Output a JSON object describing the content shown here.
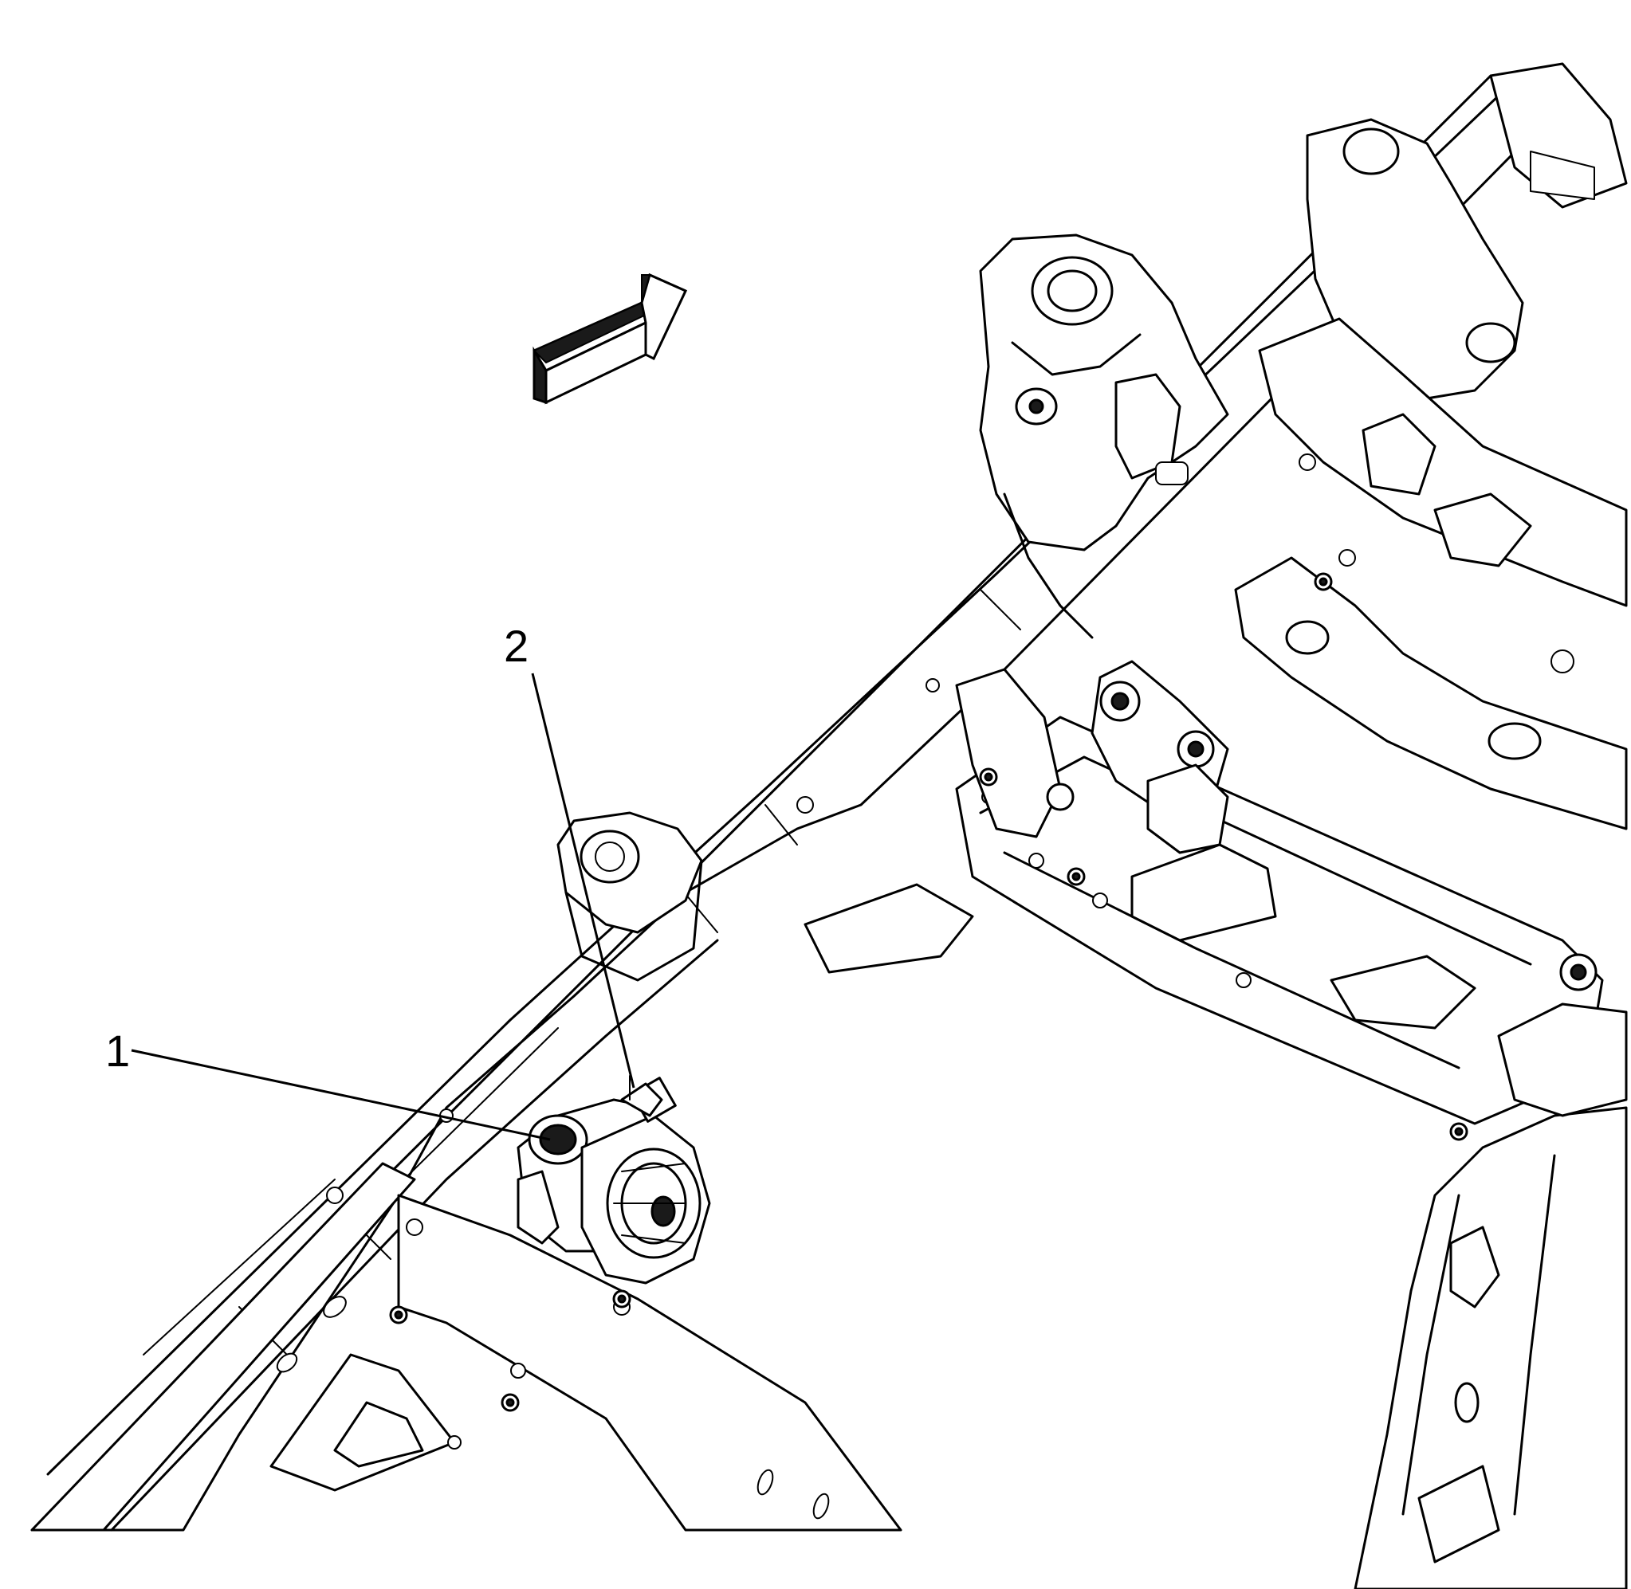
{
  "callouts": [
    {
      "id": "1",
      "label": "1"
    },
    {
      "id": "2",
      "label": "2"
    }
  ],
  "colors": {
    "line": "#000000",
    "background": "#ffffff"
  },
  "icons": {
    "direction_arrow": "front-of-vehicle-arrow-icon"
  }
}
